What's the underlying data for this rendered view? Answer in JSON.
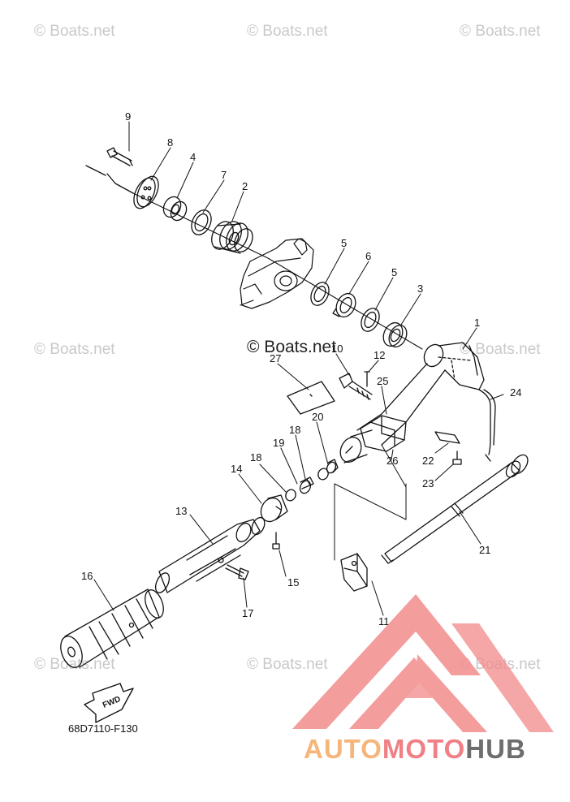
{
  "watermark_text": "© Boats.net",
  "diagram_code": "68D7110-F130",
  "fwd_label": "FWD",
  "brand": {
    "part1": "AUTO",
    "part2": "MOTO",
    "part3": "HUB",
    "color1": "#f6b57a",
    "color2": "#f07f86",
    "color3": "#6e6e6e",
    "logo_color": "#f28c8c"
  },
  "parts": {
    "p1": "1",
    "p2": "2",
    "p3": "3",
    "p4": "4",
    "p5a": "5",
    "p5b": "5",
    "p6": "6",
    "p7": "7",
    "p8": "8",
    "p9": "9",
    "p10": "10",
    "p11": "11",
    "p12": "12",
    "p13": "13",
    "p14": "14",
    "p15": "15",
    "p16": "16",
    "p17": "17",
    "p18a": "18",
    "p18b": "18",
    "p19": "19",
    "p20": "20",
    "p21": "21",
    "p22": "22",
    "p23": "23",
    "p24": "24",
    "p25": "25",
    "p26": "26",
    "p27": "27"
  }
}
